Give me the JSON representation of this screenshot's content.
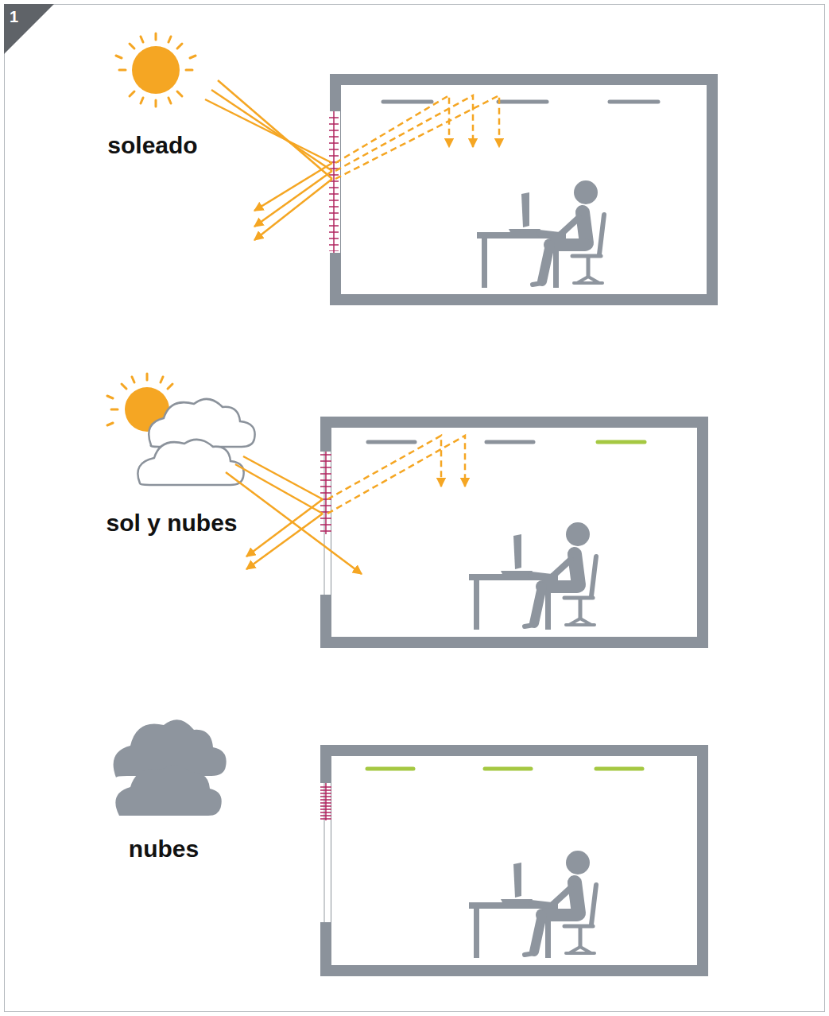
{
  "diagram": {
    "labels": [
      "1",
      "soleado",
      "sol y nubes",
      "nubes"
    ]
  }
}
